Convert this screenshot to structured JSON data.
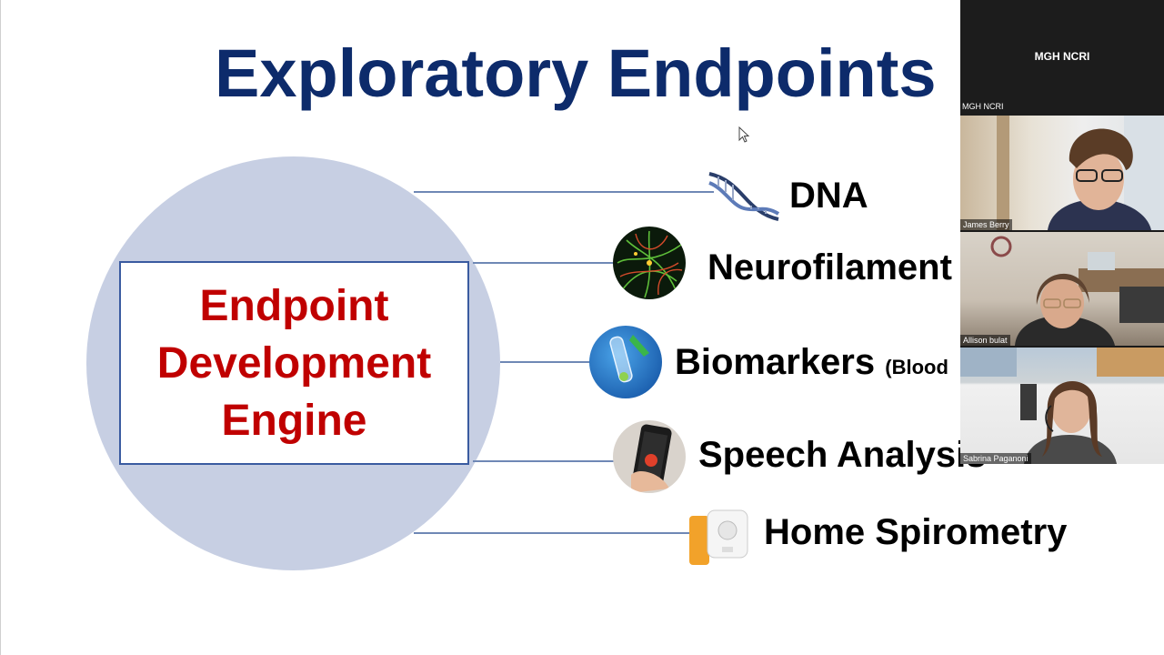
{
  "slide": {
    "title": "Exploratory Endpoints",
    "engine_label": "Endpoint\nDevelopment\nEngine",
    "endpoints": [
      {
        "label": "DNA",
        "suffix": "",
        "icon": "dna-helix-icon"
      },
      {
        "label": "Neurofilament",
        "suffix": "",
        "icon": "neuron-image-icon"
      },
      {
        "label": "Biomarkers",
        "suffix": "(Blood",
        "icon": "test-tube-icon"
      },
      {
        "label": "Speech Analysis",
        "suffix": "",
        "icon": "phone-recorder-icon"
      },
      {
        "label": "Home Spirometry",
        "suffix": "",
        "icon": "spirometer-icon"
      }
    ]
  },
  "video_panel": {
    "host_label": "MGH NCRI",
    "host_name": "MGH NCRI",
    "participants": [
      {
        "name": "James Berry"
      },
      {
        "name": "Allison bulat"
      },
      {
        "name": "Sabrina Paganoni"
      }
    ]
  },
  "colors": {
    "title": "#0d2b6b",
    "engine_text": "#c00000",
    "circle": "#c7cfe3",
    "connector": "#6f88b5"
  }
}
